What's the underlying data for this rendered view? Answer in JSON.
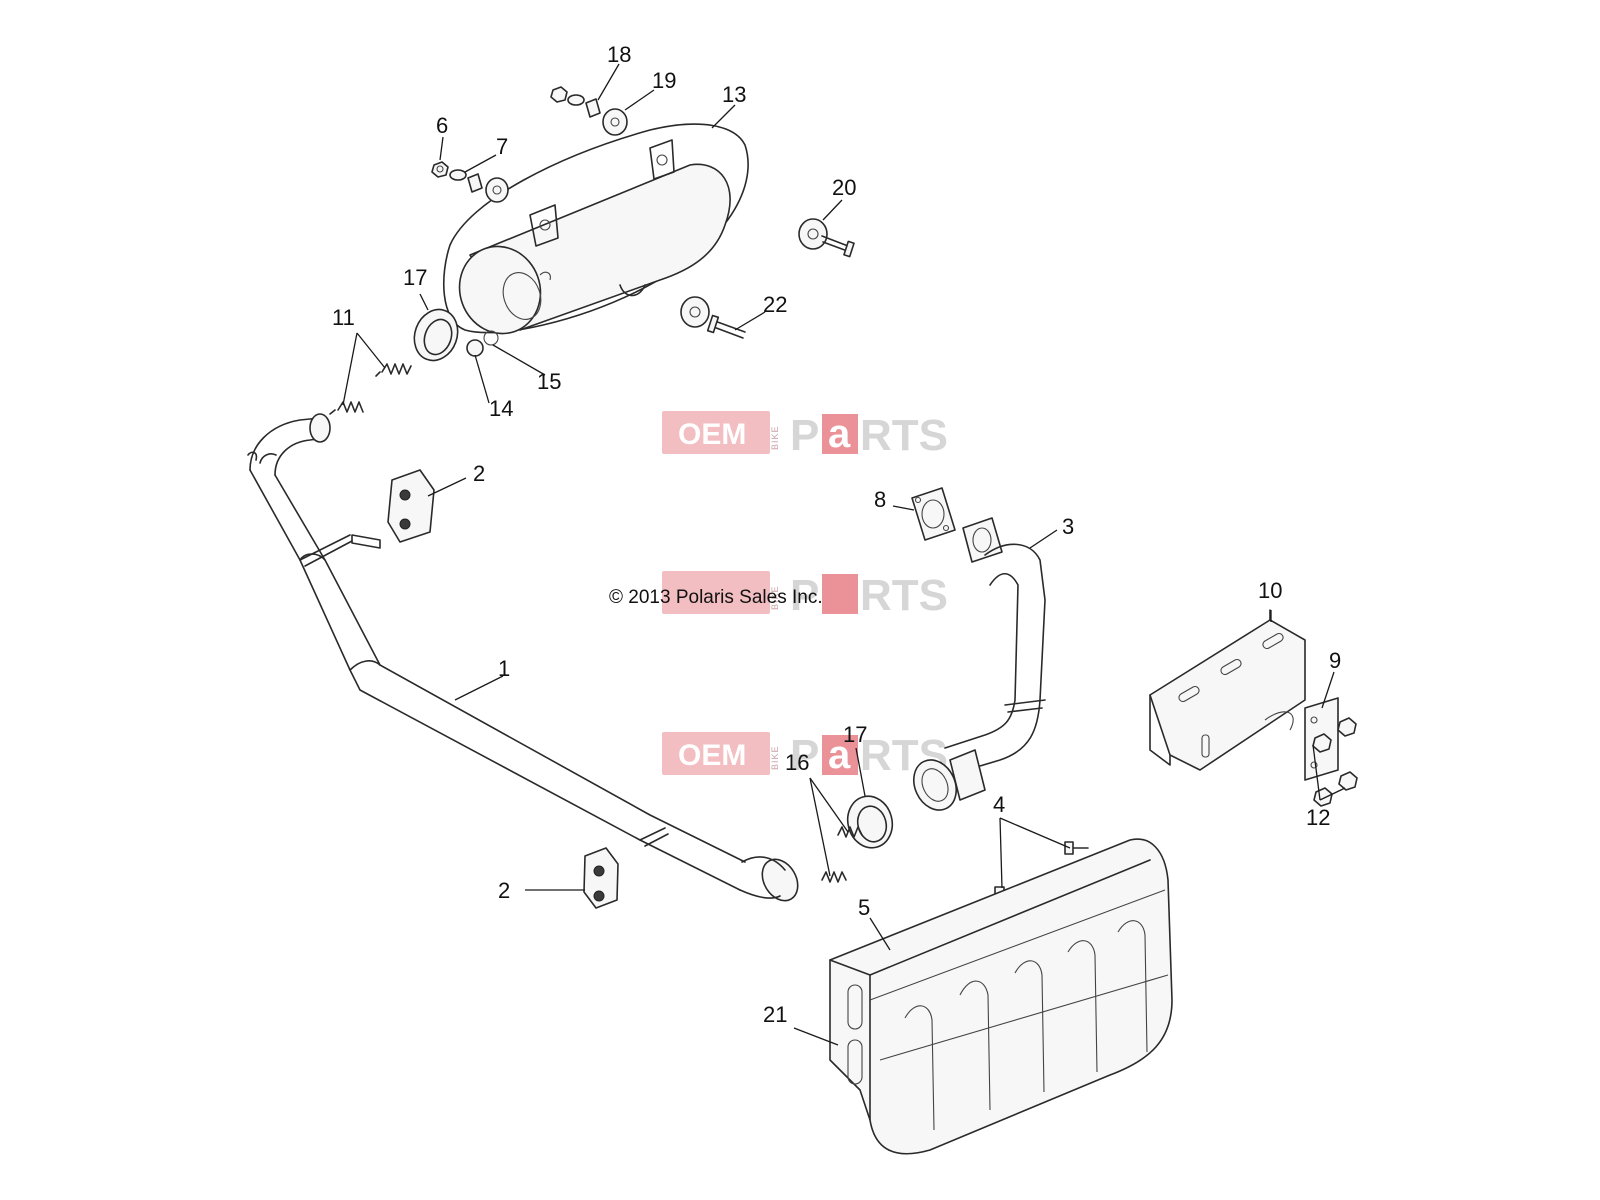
{
  "copyright": "© 2013 Polaris Sales Inc.",
  "watermark": {
    "oem": "OEM",
    "bike": "BIKE",
    "p": "P",
    "a": "a",
    "rts": "RTS",
    "accent": "#e36d76"
  },
  "callouts": {
    "c1": "1",
    "c2a": "2",
    "c2b": "2",
    "c3": "3",
    "c4": "4",
    "c5": "5",
    "c6": "6",
    "c7": "7",
    "c8": "8",
    "c9": "9",
    "c10": "10",
    "c11": "11",
    "c12": "12",
    "c13": "13",
    "c14": "14",
    "c15": "15",
    "c16": "16",
    "c17a": "17",
    "c17b": "17",
    "c18": "18",
    "c19": "19",
    "c20": "20",
    "c21": "21",
    "c22": "22"
  }
}
